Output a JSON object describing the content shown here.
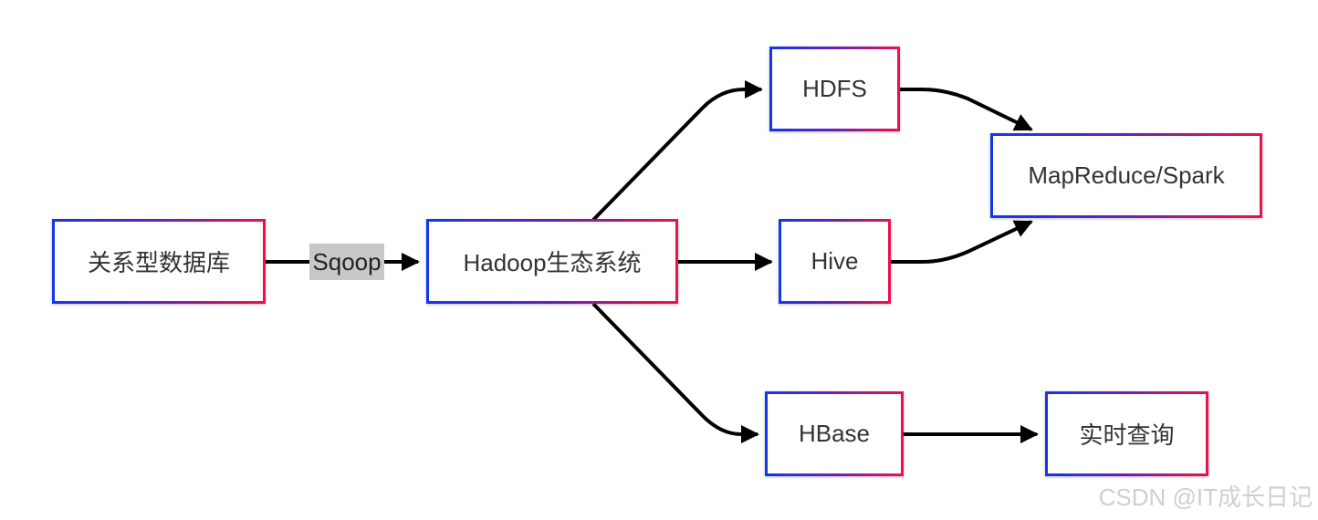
{
  "nodes": {
    "relational_db": "关系型数据库",
    "hadoop": "Hadoop生态系统",
    "hdfs": "HDFS",
    "hive": "Hive",
    "hbase": "HBase",
    "mapreduce_spark": "MapReduce/Spark",
    "realtime_query": "实时查询"
  },
  "edges": {
    "sqoop_label": "Sqoop"
  },
  "colors": {
    "border_gradient_start": "#1236f0",
    "border_gradient_end": "#f0104a",
    "edge": "#000000",
    "edge_label_bg": "#c8c8c8"
  },
  "watermark": "CSDN @IT成长日记"
}
